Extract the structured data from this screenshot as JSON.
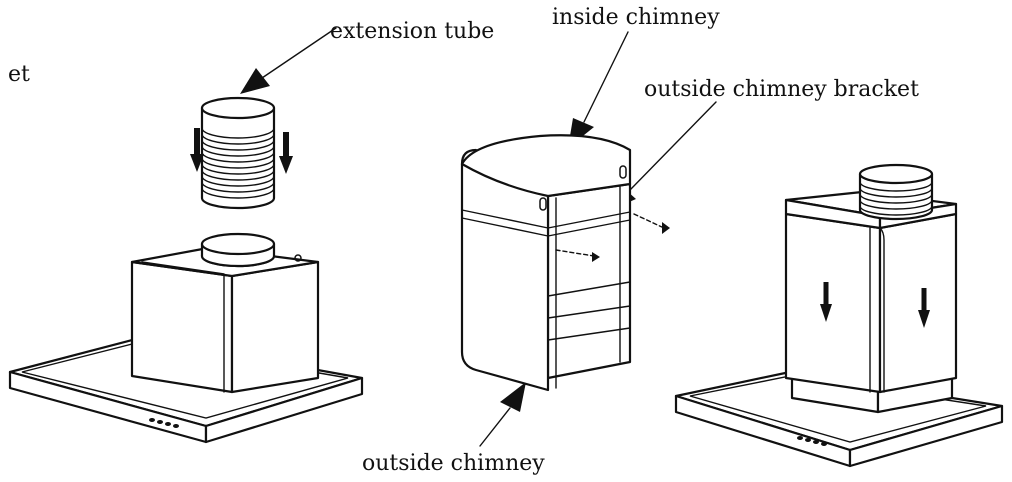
{
  "labels": {
    "corner_fragment": "et",
    "extension_tube": "extension tube",
    "inside_chimney": "inside chimney",
    "outside_chimney_bracket": "outside chimney bracket",
    "outside_chimney": "outside chimney"
  },
  "colors": {
    "line": "#111111",
    "background": "#ffffff"
  },
  "icons": [
    "pointer-arrow-icon",
    "down-arrow-icon"
  ]
}
